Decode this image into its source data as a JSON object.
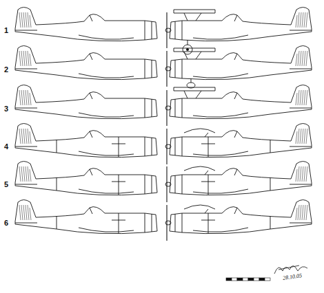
{
  "diagram": {
    "labels": [
      "1",
      "2",
      "3",
      "4",
      "5",
      "6",
      "28.10.05"
    ]
  }
}
